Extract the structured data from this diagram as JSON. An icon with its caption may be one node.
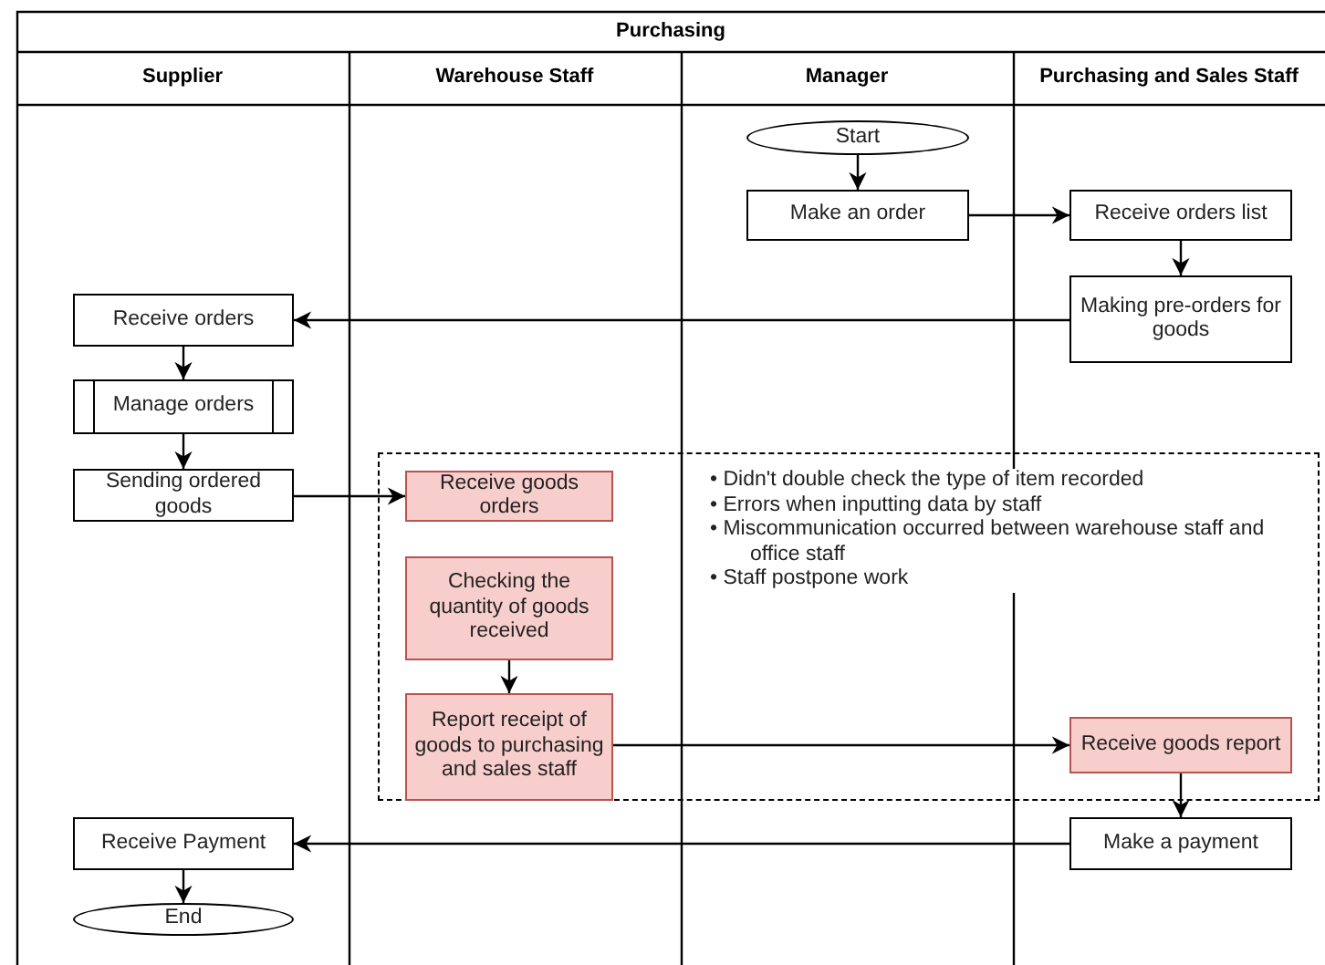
{
  "diagram": {
    "nodes": [
      {
        "text": [
          "Start"
        ]
      },
      {
        "text": [
          "Make an order"
        ]
      },
      {
        "text": [
          "Receive orders list"
        ]
      },
      {
        "text": [
          "Making pre-orders for goods"
        ]
      },
      {
        "text": [
          "Receive orders"
        ]
      },
      {
        "text": [
          "Manage orders"
        ]
      },
      {
        "text": [
          "Sending ordered goods"
        ]
      },
      {
        "text": [
          "• Didn't double check the type of item recorded",
          "• Errors when inputting data by staff",
          "• Miscommunication occurred between warehouse staff and office staff",
          "• Staff postpone work"
        ]
      },
      {
        "text": [
          "Receive goods orders"
        ],
        "in": 7
      },
      {
        "text": [
          "Checking the quantity of goods received"
        ],
        "in": 7
      },
      {
        "text": [
          "Report receipt of goods to purchasing and sales staff"
        ],
        "in": 7
      },
      {
        "text": [
          "Receive goods report"
        ],
        "in": 7
      },
      {
        "text": [
          "Make a payment"
        ]
      },
      {
        "text": [
          "Receive Payment"
        ]
      },
      {
        "text": [
          "End"
        ]
      }
    ],
    "edges": [
      {
        "from": 0,
        "to": 1,
        "arrow": "to"
      },
      {
        "from": 1,
        "to": 2,
        "arrow": "to"
      },
      {
        "from": 2,
        "to": 3,
        "arrow": "to"
      },
      {
        "from": 3,
        "to": 4,
        "arrow": "to"
      },
      {
        "from": 4,
        "to": 5,
        "arrow": "to"
      },
      {
        "from": 5,
        "to": 6,
        "arrow": "to"
      },
      {
        "from": 6,
        "to": 8,
        "arrow": "to"
      },
      {
        "from": 9,
        "to": 10,
        "arrow": "to"
      },
      {
        "from": 10,
        "to": 11,
        "arrow": "to"
      },
      {
        "from": 11,
        "to": 12,
        "arrow": "to"
      },
      {
        "from": 12,
        "to": 13,
        "arrow": "to"
      },
      {
        "from": 13,
        "to": 14,
        "arrow": "to"
      }
    ],
    "labels": [
      "Purchasing",
      "Supplier",
      "Warehouse Staff",
      "Manager",
      "Purchasing and Sales Staff"
    ]
  }
}
